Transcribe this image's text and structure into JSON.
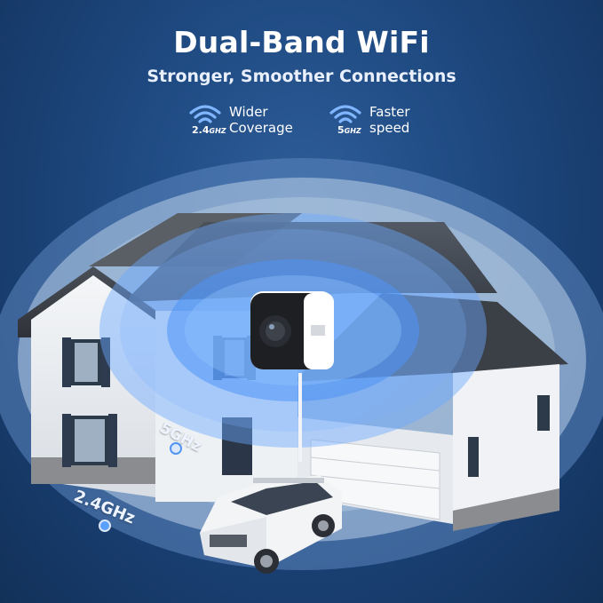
{
  "header": {
    "title": "Dual-Band WiFi",
    "subtitle": "Stronger, Smoother Connections"
  },
  "features": [
    {
      "band_number": "2.4",
      "band_unit": "GHZ",
      "line1": "Wider",
      "line2": "Coverage",
      "icon": "wifi-icon"
    },
    {
      "band_number": "5",
      "band_unit": "GHZ",
      "line1": "Faster",
      "line2": "speed",
      "icon": "wifi-icon"
    }
  ],
  "signal_labels": {
    "inner": "5GHz",
    "outer": "2.4GHz"
  },
  "colors": {
    "background": "#1f4a82",
    "wifi_icon": "#7fb6ff",
    "signal": "#5aa0ff"
  }
}
